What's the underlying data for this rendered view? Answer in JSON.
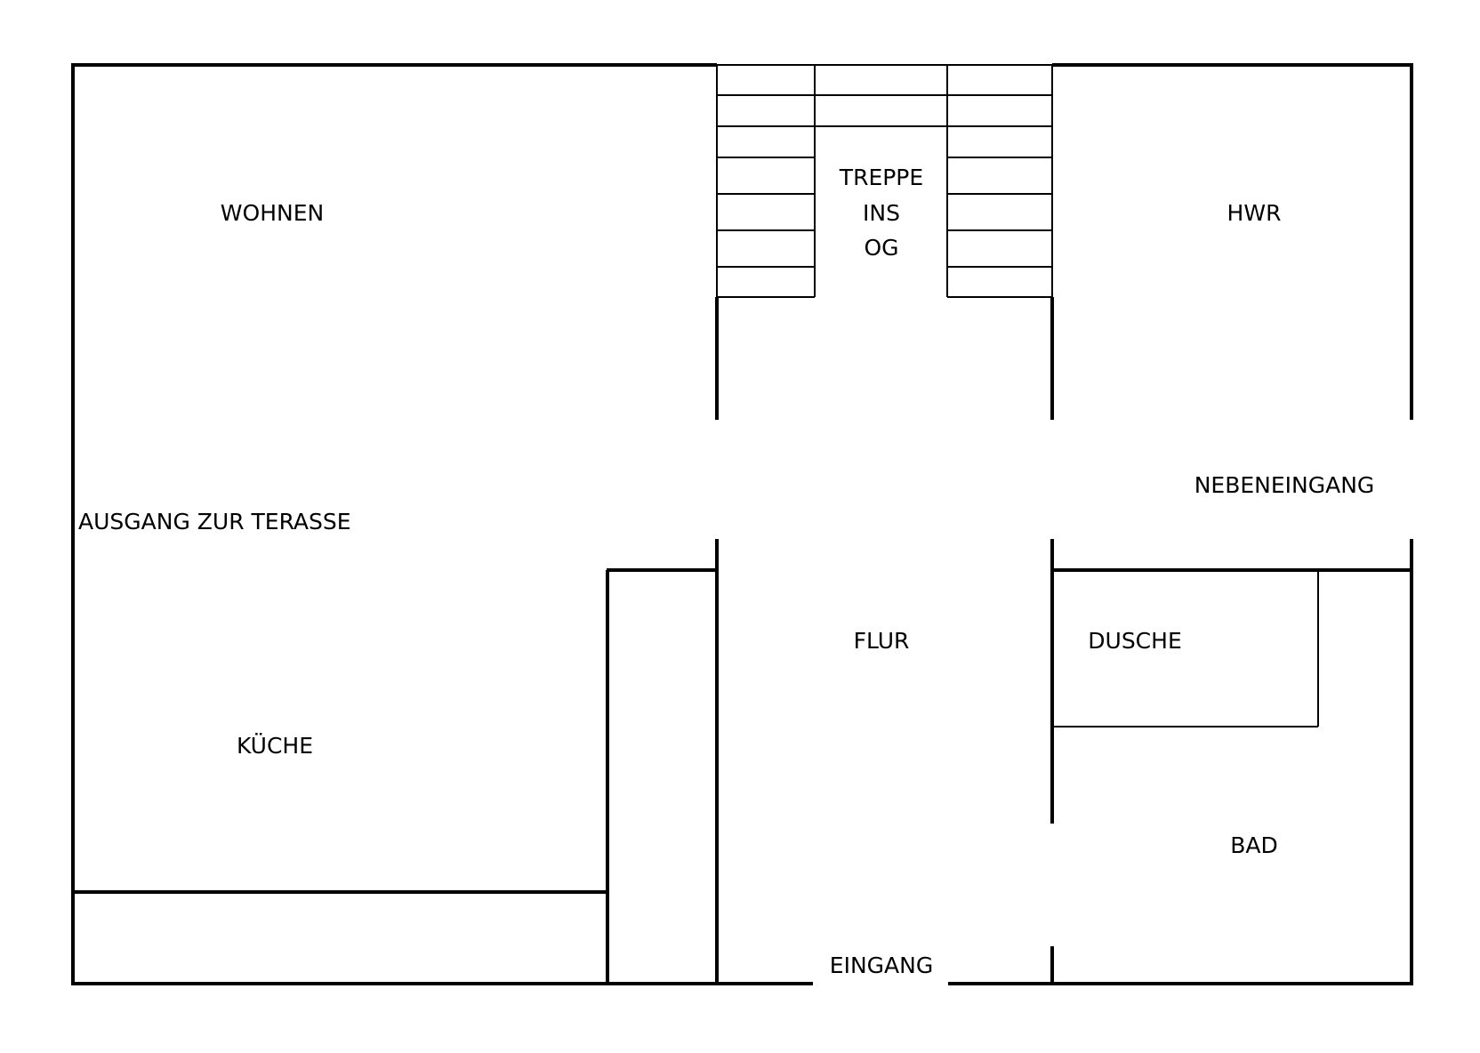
{
  "colors": {
    "wall": "#000000",
    "background": "#ffffff"
  },
  "rooms": {
    "wohnen": "WOHNEN",
    "treppe_line1": "TREPPE",
    "treppe_line2": "INS",
    "treppe_line3": "OG",
    "hwr": "HWR",
    "nebeneingang": "NEBENEINGANG",
    "ausgang_terasse": "AUSGANG ZUR TERASSE",
    "flur": "FLUR",
    "dusche": "DUSCHE",
    "kueche": "KÜCHE",
    "bad": "BAD",
    "eingang": "EINGANG"
  }
}
